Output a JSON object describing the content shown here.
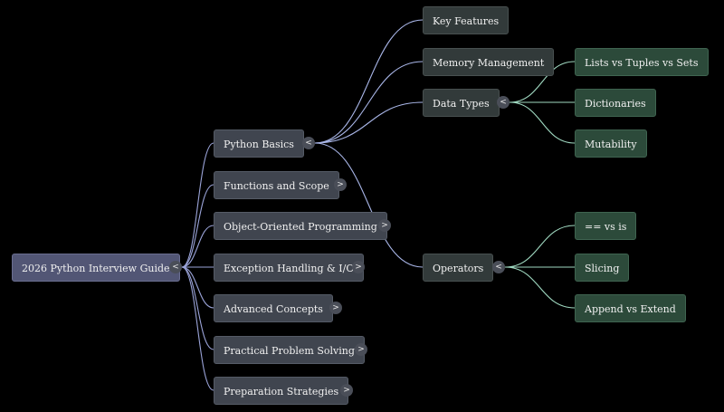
{
  "mindmap": {
    "root": {
      "label": "2026 Python Interview Guide",
      "toggle": "<"
    },
    "branches": [
      {
        "label": "Python Basics",
        "toggle": "<"
      },
      {
        "label": "Functions and Scope",
        "toggle": ">"
      },
      {
        "label": "Object-Oriented Programming",
        "toggle": ">"
      },
      {
        "label": "Exception Handling & I/O",
        "toggle": ">"
      },
      {
        "label": "Advanced Concepts",
        "toggle": ">"
      },
      {
        "label": "Practical Problem Solving",
        "toggle": ">"
      },
      {
        "label": "Preparation Strategies",
        "toggle": ">"
      }
    ],
    "basics_children": [
      {
        "label": "Key Features"
      },
      {
        "label": "Memory Management"
      },
      {
        "label": "Data Types",
        "toggle": "<"
      },
      {
        "label": "Operators",
        "toggle": "<"
      }
    ],
    "data_types_children": [
      {
        "label": "Lists vs Tuples vs Sets"
      },
      {
        "label": "Dictionaries"
      },
      {
        "label": "Mutability"
      }
    ],
    "operators_children": [
      {
        "label": "== vs is"
      },
      {
        "label": "Slicing"
      },
      {
        "label": "Append vs Extend"
      }
    ]
  },
  "colors": {
    "background": "#000000",
    "root_node": "#525675",
    "branch_node": "#40454f",
    "sub_node": "#323a3a",
    "leaf_node": "#2c4a3a",
    "connector_branch": "#9aa3d8",
    "connector_sub": "#a9b6e8",
    "connector_leaf": "#9fd8c0"
  }
}
